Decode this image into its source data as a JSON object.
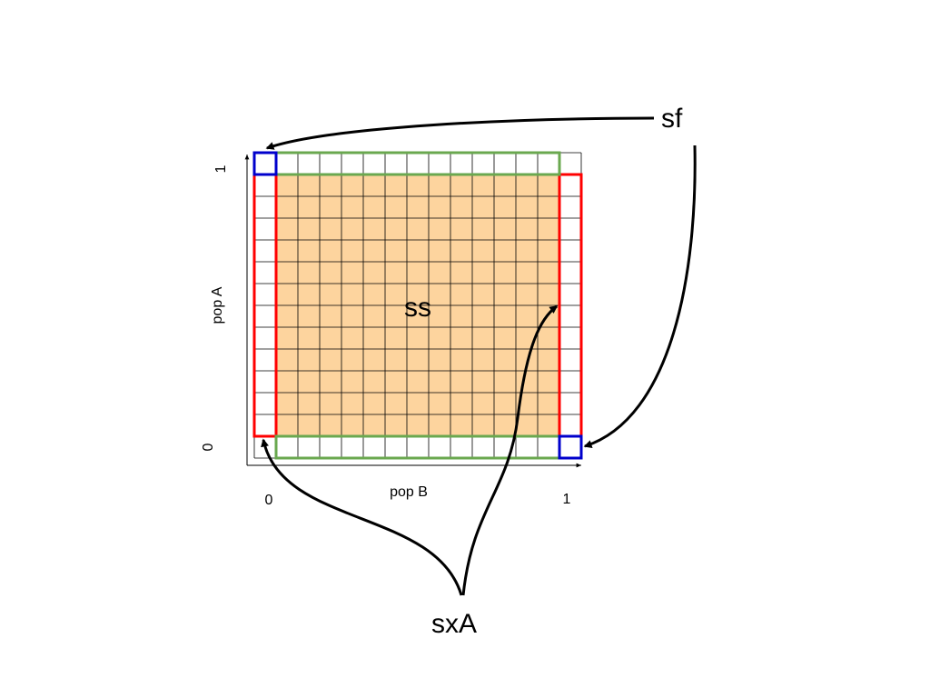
{
  "labels": {
    "center": "ss",
    "top_right": "sf",
    "bottom": "sxA"
  },
  "axes": {
    "x_label": "pop B",
    "y_label": "pop A",
    "x_ticks": [
      "0",
      "1"
    ],
    "y_ticks": [
      "0",
      "1"
    ]
  },
  "grid": {
    "rows": 14,
    "cols": 14
  },
  "colors": {
    "fill": "#fdd49e",
    "grid_line": "#000000",
    "edge_a": "#ff0000",
    "edge_b": "#6aa84f",
    "corner": "#0000cc",
    "arrow": "#000000"
  }
}
